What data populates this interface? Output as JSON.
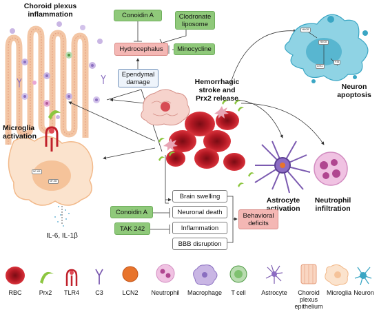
{
  "labels": {
    "choroid_title_1": "Choroid plexus",
    "choroid_title_2": "inflammation",
    "neuron_title_1": "Neuron",
    "neuron_title_2": "apoptosis",
    "center_title_1": "Hemorrhagic",
    "center_title_2": "stroke and",
    "center_title_3": "Prx2 release",
    "microglia_title_1": "Microglia",
    "microglia_title_2": "activation",
    "astro_title_1": "Astrocyte",
    "astro_title_2": "activation",
    "neutro_title_1": "Neutrophil",
    "neutro_title_2": "infiltration",
    "cytokines": "IL-6, IL-1β"
  },
  "boxes": {
    "conoidin_top": "Conoidin A",
    "clodronate_1": "Clodronate",
    "clodronate_2": "liposome",
    "hydrocephalus": "Hydrocephalus",
    "minocycline": "Minocycline",
    "ependymal_1": "Ependymal",
    "ependymal_2": "damage",
    "conoidin_bottom": "Conoidin A",
    "tak242": "TAK 242",
    "brain_swelling": "Brain swelling",
    "neuronal_death": "Neuronal death",
    "inflammation": "Inflammation",
    "bbb": "BBB disruption",
    "behavioral_1": "Behavioral",
    "behavioral_2": "deficits"
  },
  "cell_labels": {
    "microglia_nfkb": "NF-KB",
    "microglia_nucleus": "NF-KB",
    "neuron_a": "HMGB",
    "neuron_b": "HMGB",
    "neuron_c": "ASK1",
    "neuron_d": "P38"
  },
  "legend": [
    {
      "label": "RBC",
      "icon": "rbc-icon"
    },
    {
      "label": "Prx2",
      "icon": "prx2-icon"
    },
    {
      "label": "TLR4",
      "icon": "tlr4-icon"
    },
    {
      "label": "C3",
      "icon": "c3-icon"
    },
    {
      "label": "LCN2",
      "icon": "lcn2-icon"
    },
    {
      "label": "Neutrophil",
      "icon": "neutrophil-icon"
    },
    {
      "label": "Macrophage",
      "icon": "macrophage-icon"
    },
    {
      "label": "T cell",
      "icon": "t-cell-icon"
    },
    {
      "label": "Astrocyte",
      "icon": "astrocyte-icon"
    },
    {
      "label": "Choroid\nplexus\nepithelium",
      "label_lines": [
        "Choroid",
        "plexus",
        "epithelium"
      ],
      "icon": "choroid-plexus-epithelium-icon"
    },
    {
      "label": "Microglia",
      "icon": "microglia-icon"
    },
    {
      "label": "Neuron",
      "icon": "neuron-icon"
    }
  ],
  "colors": {
    "green_box": "#8fc97a",
    "pink_box": "#f4b7b4",
    "blue_box": "#eef4fb",
    "rbc": "#c0202a",
    "prx2": "#8cc63f",
    "neuron": "#3aa6c4",
    "microglia": "#f6c9a0",
    "astrocyte": "#7b5ab0",
    "neutrophil": "#e9a6d6"
  }
}
